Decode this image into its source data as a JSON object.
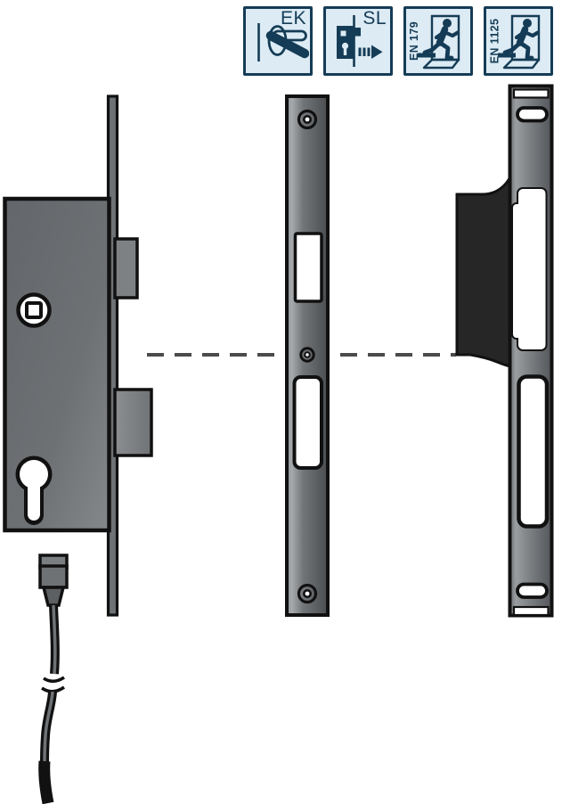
{
  "certification_badges": [
    {
      "label": "EK",
      "icon": "lever-handle-icon"
    },
    {
      "label": "SL",
      "icon": "self-locking-lock-arrow-icon"
    },
    {
      "label": "EN 179",
      "icon": "emergency-exit-running-man-icon"
    },
    {
      "label": "EN 1125",
      "icon": "panic-exit-running-man-icon"
    }
  ],
  "figure_parts": [
    "mortise-lock-case-with-cable",
    "flat-faceplate-with-screws",
    "strike-plate-with-strike-box",
    "center-axis-dashed-line"
  ],
  "colors": {
    "badge_navy": "#153c56",
    "badge_background": "#dcebf4",
    "metal_gray": "#6e7174",
    "dark_strike_box": "#262626",
    "outline_black": "#111111",
    "dashed_line_gray": "#4b4b4b",
    "page_background": "#ffffff"
  }
}
